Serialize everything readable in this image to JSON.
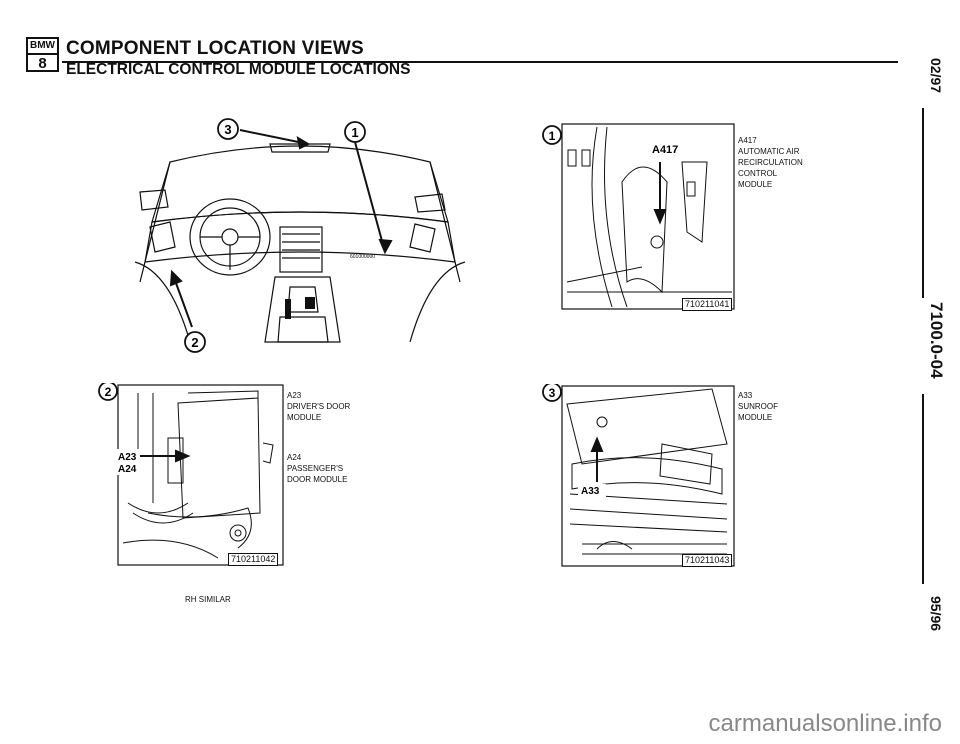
{
  "header": {
    "logo_top": "BMW",
    "logo_bottom": "8",
    "title": "COMPONENT LOCATION VIEWS",
    "subtitle": "ELECTRICAL CONTROL MODULE LOCATIONS"
  },
  "side": {
    "date_top": "02/97",
    "doc_number": "7100.0-04",
    "date_bottom": "95/96"
  },
  "overview": {
    "callout_1": "1",
    "callout_2": "2",
    "callout_3": "3",
    "photo_id": "601000000"
  },
  "view1": {
    "callout": "1",
    "label": "A417",
    "caption": "A417\nAUTOMATIC AIR\nRECIRCULATION\nCONTROL\nMODULE",
    "image_no": "710211041"
  },
  "view2": {
    "callout": "2",
    "label_a": "A23",
    "label_b": "A24",
    "caption_a": "A23\nDRIVER'S DOOR\nMODULE",
    "caption_b": "A24\nPASSENGER'S\nDOOR MODULE",
    "image_no": "710211042",
    "footnote": "RH SIMILAR"
  },
  "view3": {
    "callout": "3",
    "label": "A33",
    "caption": "A33\nSUNROOF\nMODULE",
    "image_no": "710211043"
  },
  "watermark": "carmanualsonline.info"
}
